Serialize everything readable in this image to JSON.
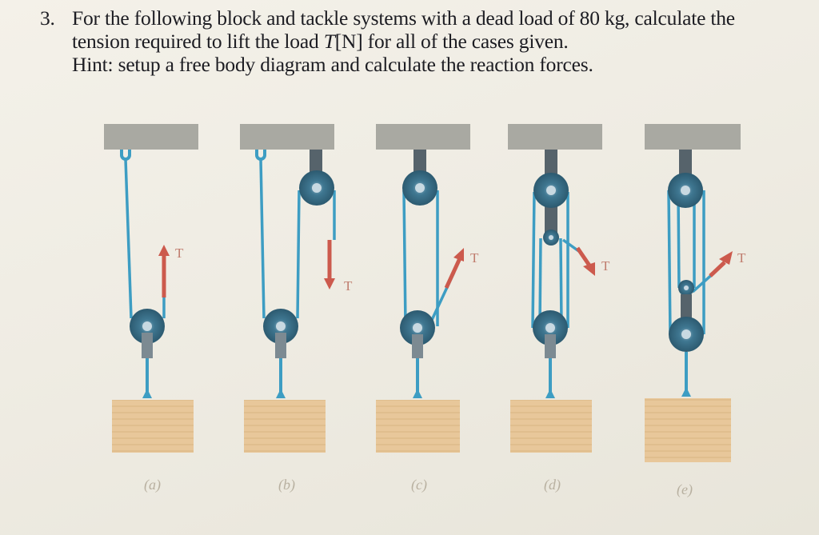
{
  "question": {
    "number": "3.",
    "line1": "For the following block and tackle systems with a dead load of 80 kg, calculate the",
    "line2_a": "tension required to lift the load ",
    "line2_sym": "T",
    "line2_unit": "[N]",
    "line2_b": " for all of the cases given.",
    "hint": "Hint: setup a free body diagram and calculate the reaction forces."
  },
  "figure": {
    "tension_label": "T",
    "cases": [
      {
        "caption": "(a)"
      },
      {
        "caption": "(b)"
      },
      {
        "caption": "(c)"
      },
      {
        "caption": "(d)"
      },
      {
        "caption": "(e)"
      }
    ],
    "colors": {
      "ceiling": "#a9a9a2",
      "rope": "#3d9dc3",
      "pulley": "#3e6f88",
      "bracket": "#7c8a92",
      "arrow": "#cc5a4d",
      "load": "#e8c79a"
    }
  }
}
